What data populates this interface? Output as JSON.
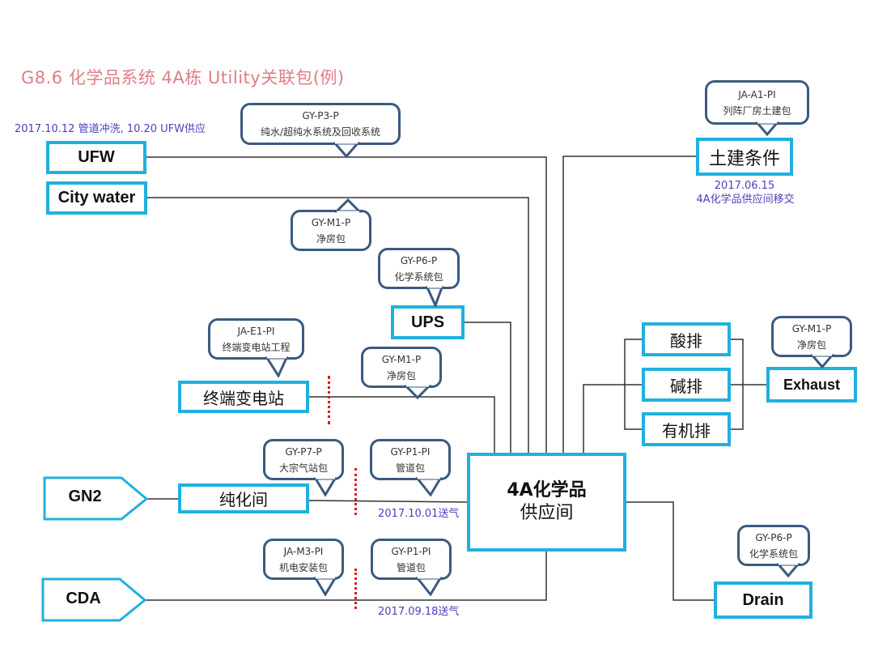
{
  "title": "G8.6 化学品系统  4A栋 Utility关联包(例)",
  "notes": {
    "ufw_schedule": "2017.10.12 管道冲洗, 10.20 UFW供应",
    "civil_date": "2017.06.15",
    "civil_handover": "4A化学品供应间移交",
    "gn2_supply": "2017.10.01送气",
    "cda_supply": "2017.09.18送气"
  },
  "nodes": {
    "ufw": "UFW",
    "city_water": "City water",
    "ups": "UPS",
    "substation": "终端变电站",
    "purification": "纯化间",
    "gn2": "GN2",
    "cda": "CDA",
    "main_line1": "4A化学品",
    "main_line2": "供应间",
    "civil": "土建条件",
    "acid_exhaust": "酸排",
    "alkali_exhaust": "碱排",
    "organic_exhaust": "有机排",
    "exhaust": "Exhaust",
    "drain": "Drain"
  },
  "callouts": {
    "p3": {
      "code": "GY-P3-P",
      "desc": "纯水/超纯水系统及回收系统"
    },
    "m1_top": {
      "code": "GY-M1-P",
      "desc": "净房包"
    },
    "p6_ups": {
      "code": "GY-P6-P",
      "desc": "化学系统包"
    },
    "e1": {
      "code": "JA-E1-PI",
      "desc": "终端变电站工程"
    },
    "m1_mid": {
      "code": "GY-M1-P",
      "desc": "净房包"
    },
    "p7": {
      "code": "GY-P7-P",
      "desc": "大宗气站包"
    },
    "p1_gn2": {
      "code": "GY-P1-PI",
      "desc": "管道包"
    },
    "m3": {
      "code": "JA-M3-PI",
      "desc": "机电安装包"
    },
    "p1_cda": {
      "code": "GY-P1-PI",
      "desc": "管道包"
    },
    "a1": {
      "code": "JA-A1-PI",
      "desc": "列阵厂房土建包"
    },
    "m1_exhaust": {
      "code": "GY-M1-P",
      "desc": "净房包"
    },
    "p6_drain": {
      "code": "GY-P6-P",
      "desc": "化学系统包"
    }
  },
  "colors": {
    "node_border": "#1fb0e0",
    "callout_border": "#3a5a80",
    "note_text": "#4a3fc0",
    "title_text": "#e07d86",
    "boundary_marker": "#d42020"
  }
}
